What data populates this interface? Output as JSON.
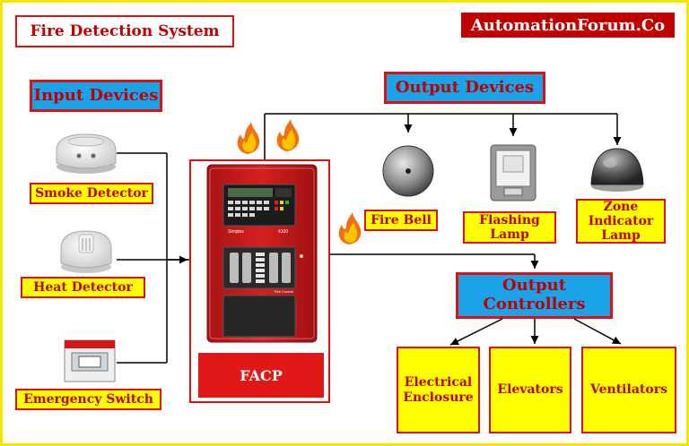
{
  "title": "Fire Detection System",
  "brand": "AutomationForum.Co",
  "headings": {
    "input": "Input Devices",
    "output": "Output Devices",
    "controllers": "Output\nControllers"
  },
  "inputs": [
    "Smoke Detector",
    "Heat Detector",
    "Emergency Switch"
  ],
  "outputs": [
    "Fire Bell",
    "Flashing\nLamp",
    "Zone\nIndicator\nLamp"
  ],
  "controllers": [
    "Electrical\nEnclosure",
    "Elevators",
    "Ventilators"
  ],
  "panel": {
    "label": "FACP",
    "brand_text": "Simplex",
    "model_text": "4100",
    "caption_text": "Fire Control"
  },
  "colors": {
    "frame": "#f2e600",
    "label_bg": "#ffff00",
    "label_border": "#e01010",
    "label_text": "#c00000",
    "heading_bg": "#1aa3e8",
    "brand_bg": "#c00000",
    "panel_red": "#d21b1b"
  }
}
